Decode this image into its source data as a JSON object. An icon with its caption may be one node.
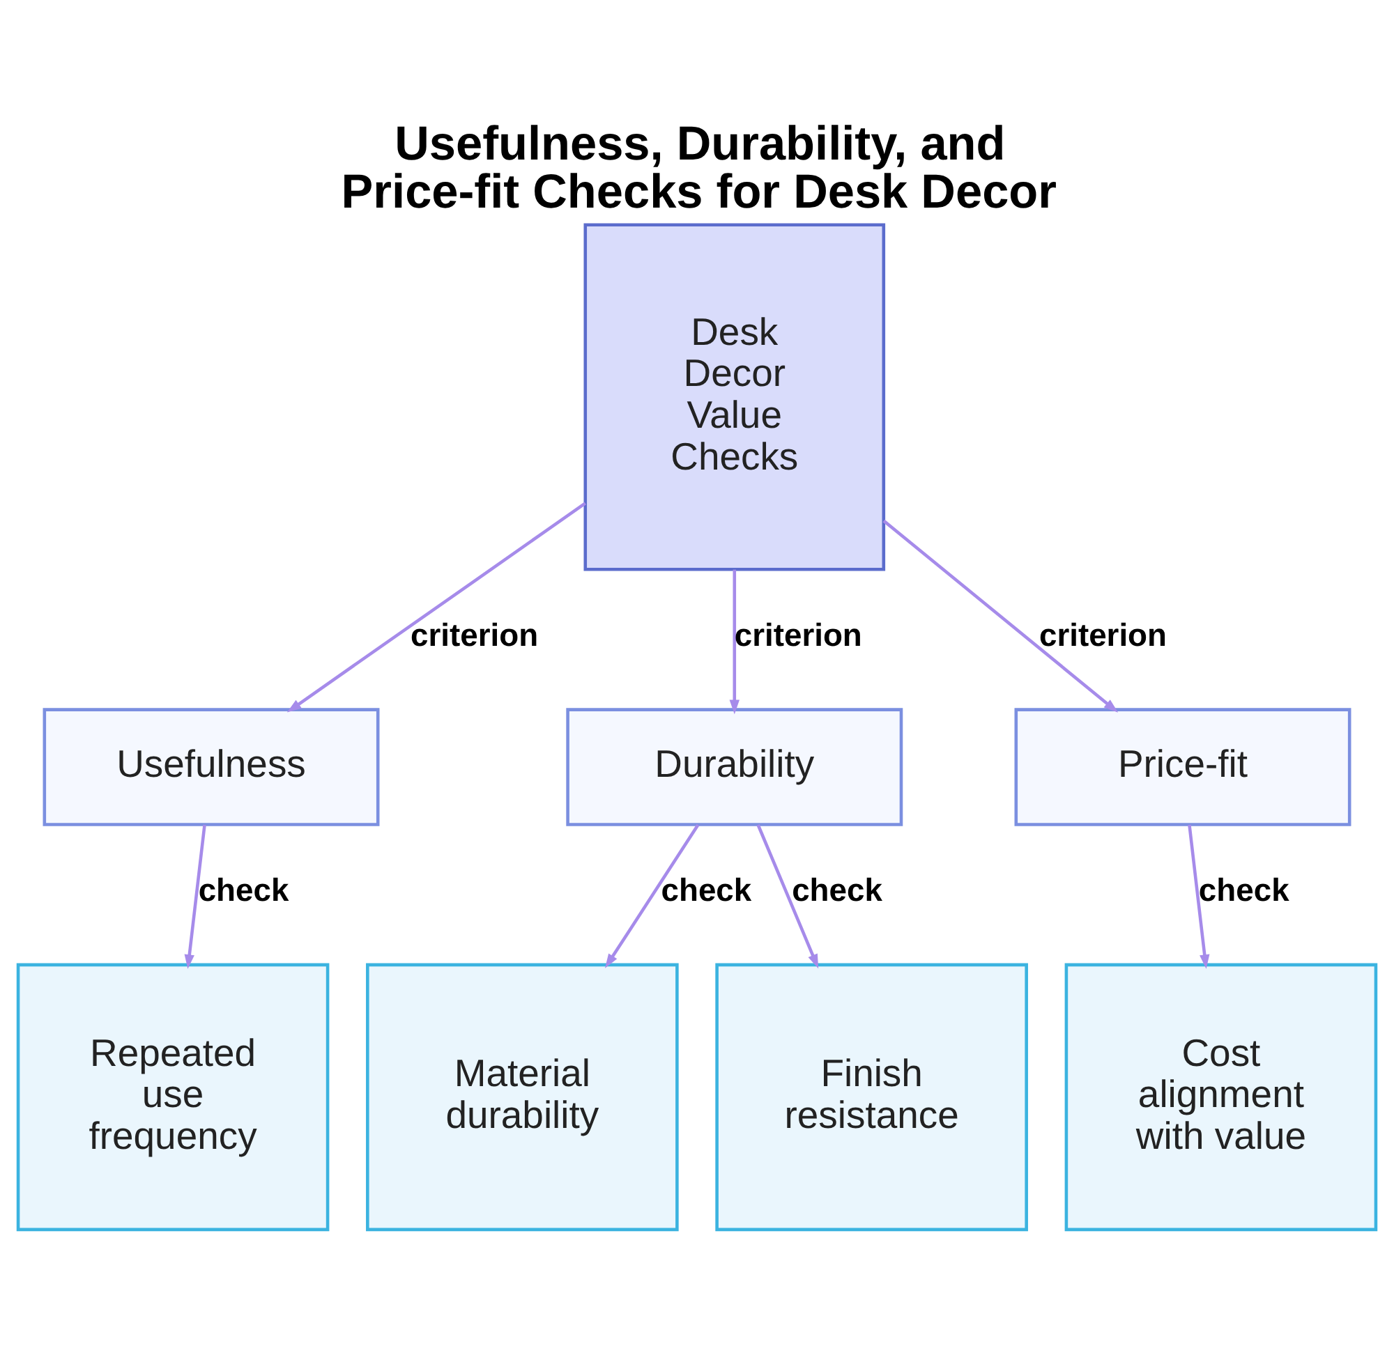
{
  "diagram": {
    "title": "Usefulness, Durability, and Price-fit Checks for Desk Decor",
    "nodes": [
      {
        "text": [
          "Desk Decor Value Checks"
        ]
      },
      {
        "text": [
          "Usefulness"
        ]
      },
      {
        "text": [
          "Durability"
        ]
      },
      {
        "text": [
          "Price-fit"
        ]
      },
      {
        "text": [
          "Repeated use frequency"
        ]
      },
      {
        "text": [
          "Material durability"
        ]
      },
      {
        "text": [
          "Finish resistance"
        ]
      },
      {
        "text": [
          "Cost alignment with value"
        ]
      }
    ],
    "edges": [
      {
        "from": 0,
        "to": 1,
        "arrow": "to",
        "label": "criterion"
      },
      {
        "from": 0,
        "to": 2,
        "arrow": "to",
        "label": "criterion"
      },
      {
        "from": 0,
        "to": 3,
        "arrow": "to",
        "label": "criterion"
      },
      {
        "from": 1,
        "to": 4,
        "arrow": "to",
        "label": "check"
      },
      {
        "from": 2,
        "to": 5,
        "arrow": "to",
        "label": "check"
      },
      {
        "from": 2,
        "to": 6,
        "arrow": "to",
        "label": "check"
      },
      {
        "from": 3,
        "to": 7,
        "arrow": "to",
        "label": "check"
      }
    ]
  }
}
